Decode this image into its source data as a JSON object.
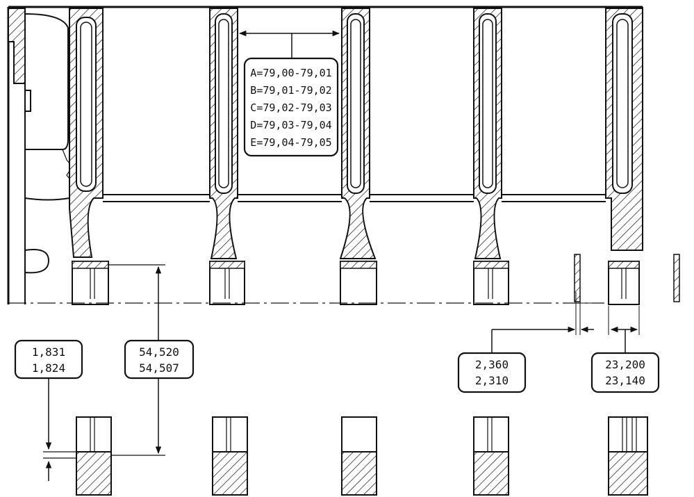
{
  "bore_grades": [
    "A=79,00-79,01",
    "B=79,01-79,02",
    "C=79,02-79,03",
    "D=79,03-79,04",
    "E=79,04-79,05"
  ],
  "dimensions": {
    "bearing_shell_thickness": {
      "max": "1,831",
      "min": "1,824"
    },
    "main_bearing_bore": {
      "max": "54,520",
      "min": "54,507"
    },
    "thrust_washer_thickness": {
      "max": "2,360",
      "min": "2,310"
    },
    "thrust_bearing_width": {
      "max": "23,200",
      "min": "23,140"
    }
  }
}
